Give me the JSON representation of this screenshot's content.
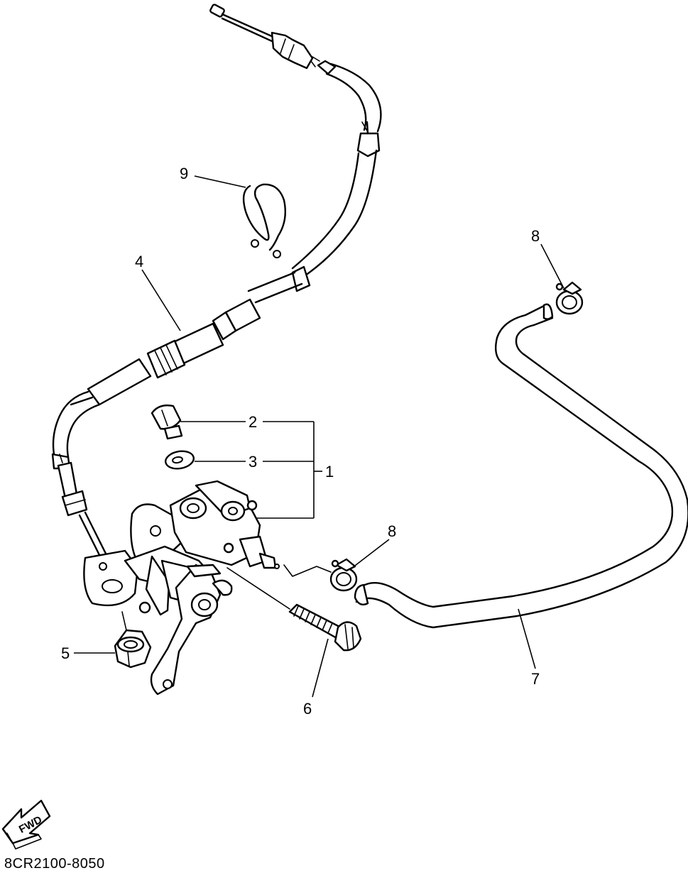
{
  "diagram": {
    "callouts": [
      "1",
      "2",
      "3",
      "4",
      "5",
      "6",
      "7",
      "8",
      "8",
      "9"
    ],
    "direction_marker": "FWD",
    "code": "8CR2100-8050"
  }
}
